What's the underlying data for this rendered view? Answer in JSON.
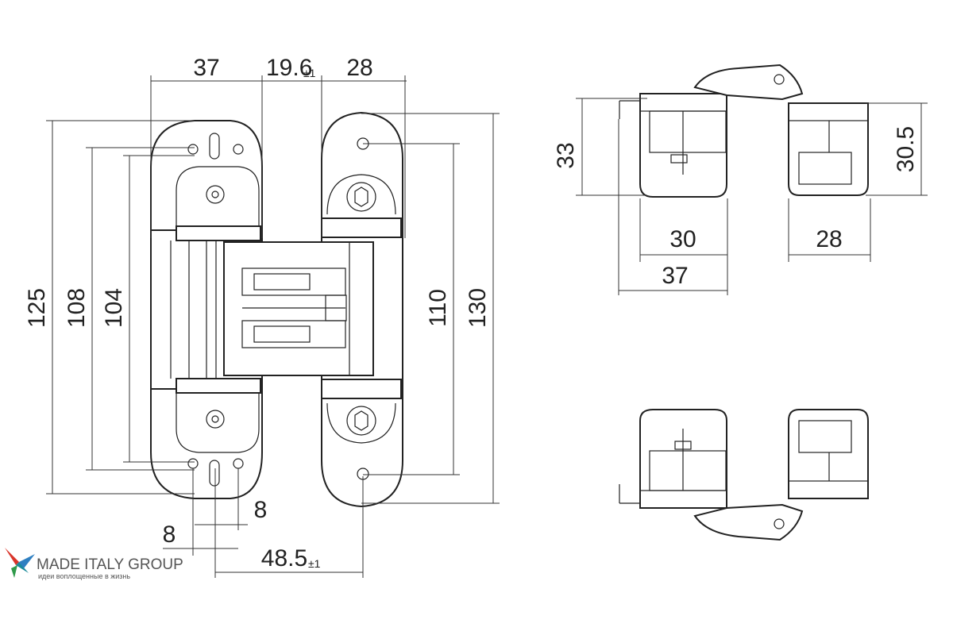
{
  "front_view": {
    "dims": {
      "d37": "37",
      "d19_6": "19.6",
      "d19_6_tol": "±1",
      "d28": "28",
      "d125": "125",
      "d108": "108",
      "d104": "104",
      "d110": "110",
      "d130": "130",
      "d8_right": "8",
      "d8_left": "8",
      "d48_5": "48.5",
      "d48_5_tol": "±1"
    }
  },
  "side_view": {
    "dims": {
      "d33": "33",
      "d30_5": "30.5",
      "d30": "30",
      "d28": "28",
      "d37": "37"
    }
  },
  "brand": {
    "name": "MADE ITALY GROUP",
    "tagline": "идеи воплощенные в жизнь",
    "colors": {
      "red": "#d9352b",
      "blue": "#2f7fc1",
      "green": "#2f9a4a",
      "teal": "#1a8a9a"
    }
  }
}
